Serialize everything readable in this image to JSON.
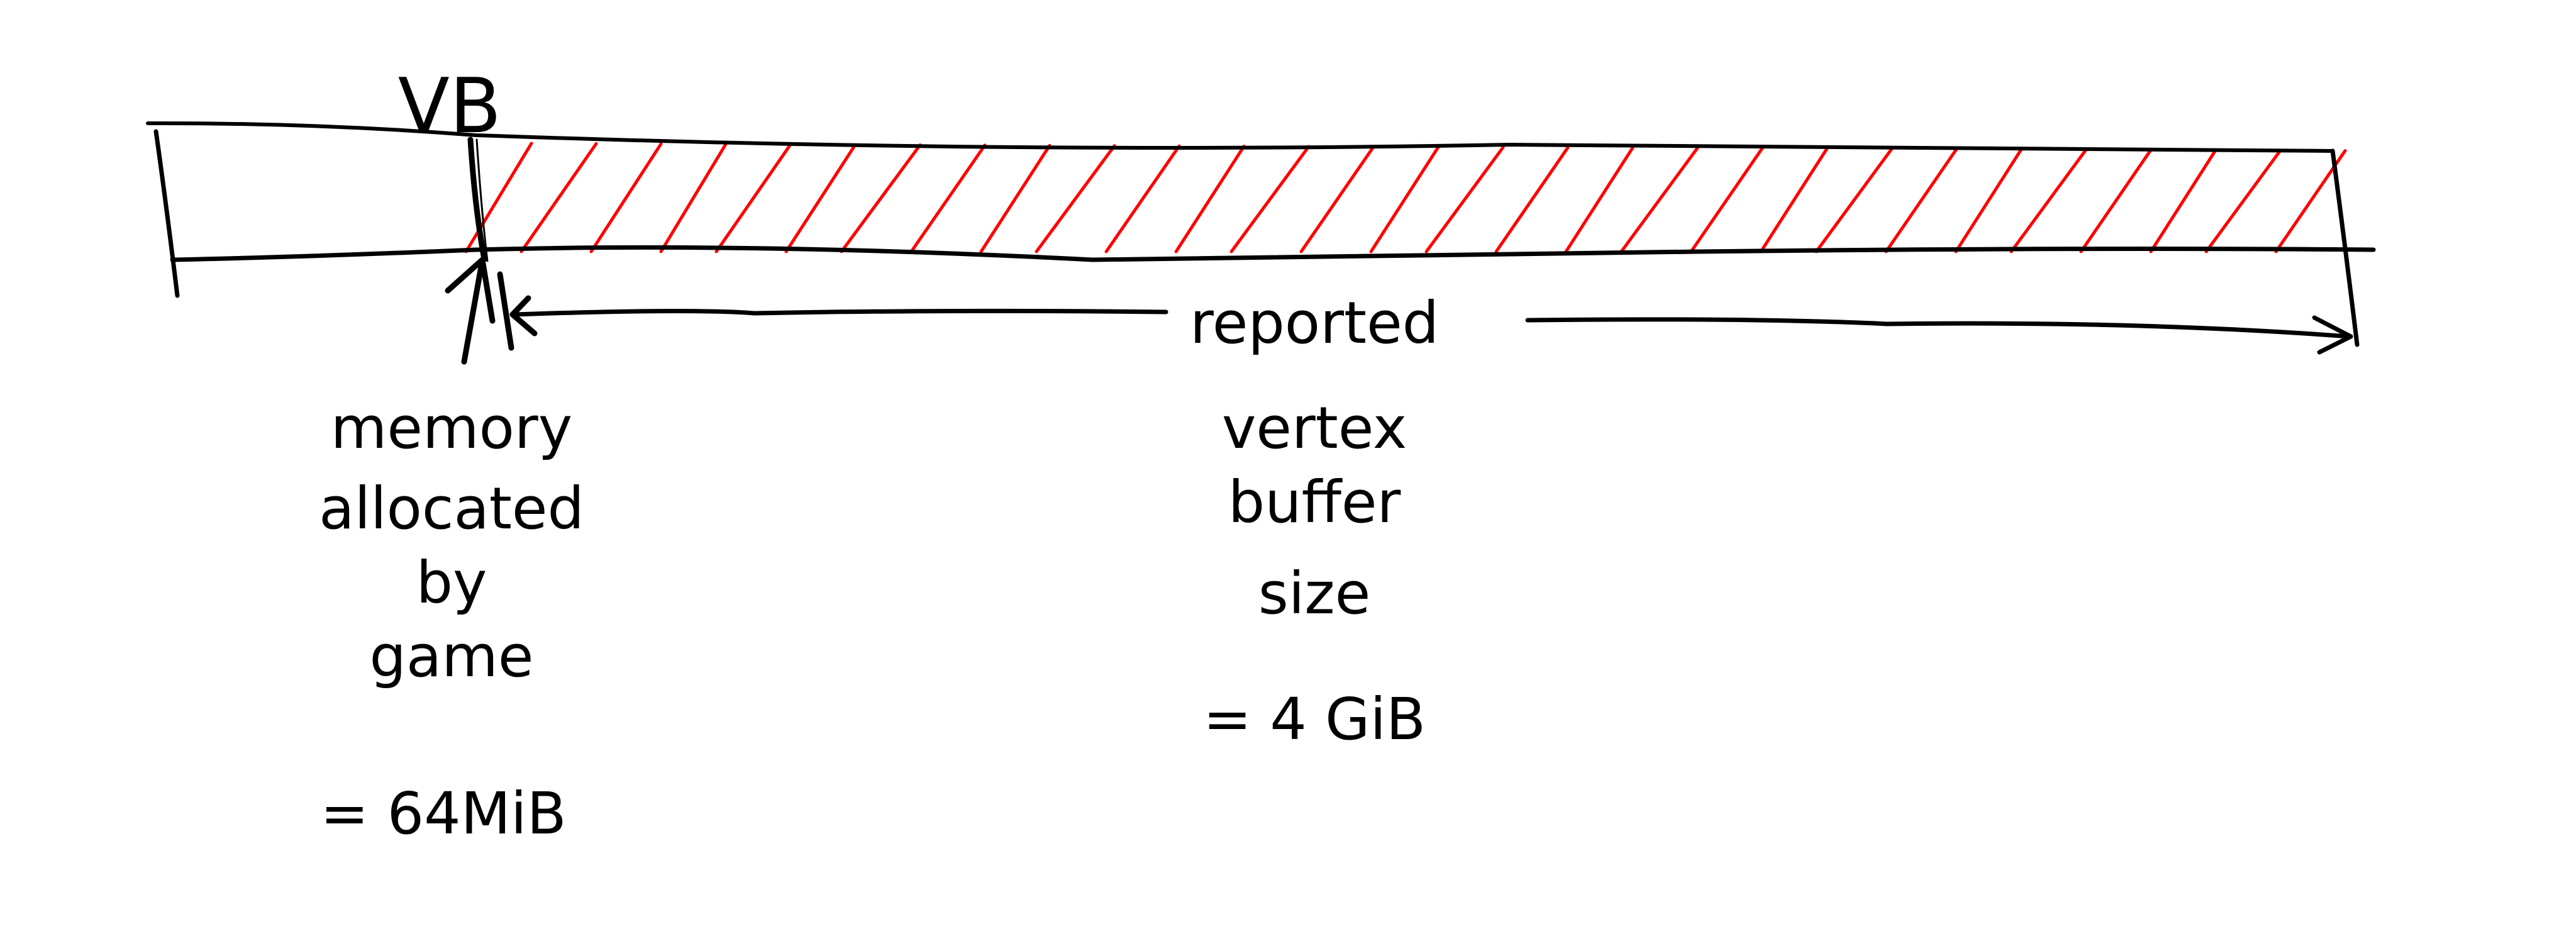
{
  "diagram": {
    "vb_label": "VB",
    "left_annotation": {
      "lines": [
        "memory",
        "allocated",
        "by",
        "game"
      ],
      "value": "= 64MiB"
    },
    "right_annotation": {
      "lines": [
        "reported",
        "vertex",
        "buffer",
        "size"
      ],
      "value": "= 4 GiB"
    },
    "colors": {
      "ink": "#000000",
      "hatch": "#ff0000"
    }
  }
}
